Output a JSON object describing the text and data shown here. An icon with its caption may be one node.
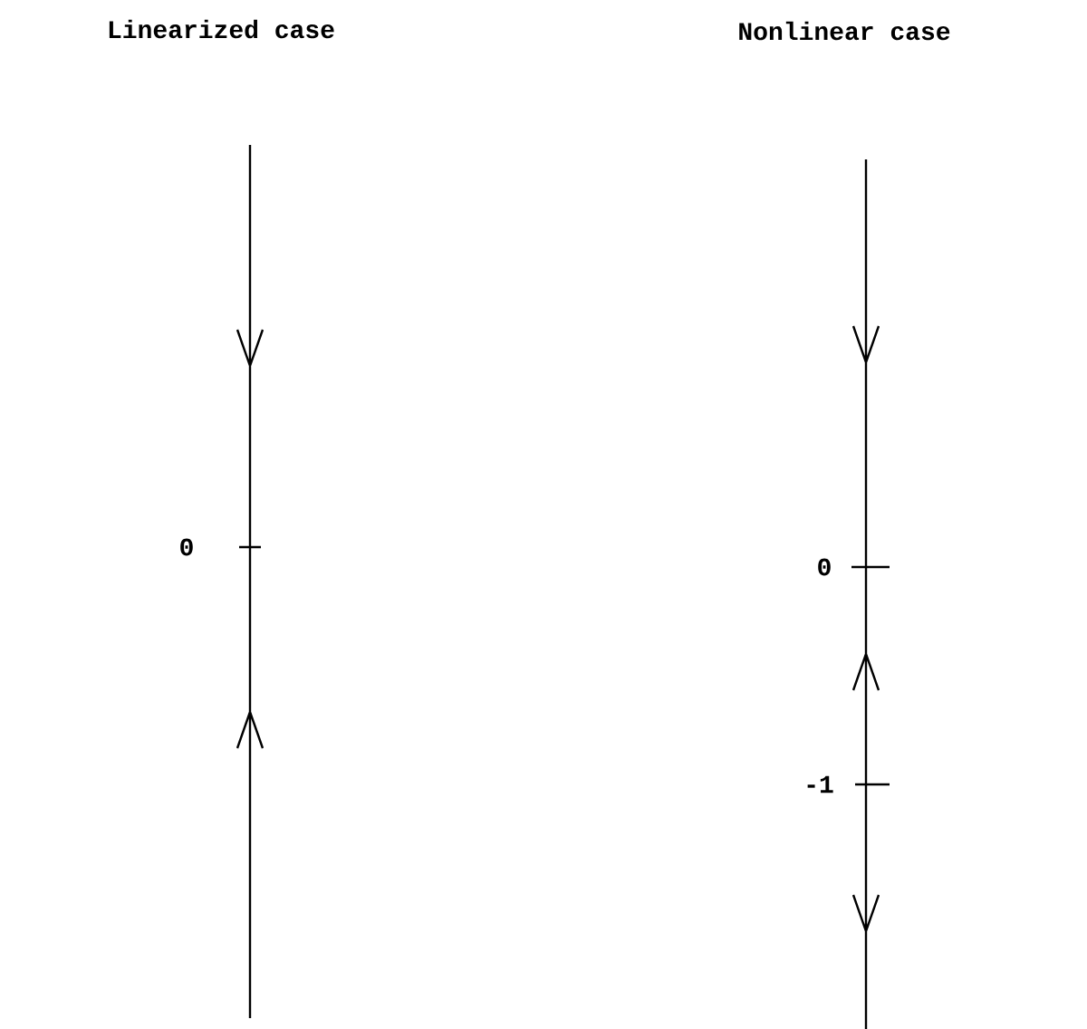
{
  "diagram": {
    "labels": [
      "Linearized case",
      "Nonlinear case",
      "0",
      "0",
      "-1"
    ]
  }
}
